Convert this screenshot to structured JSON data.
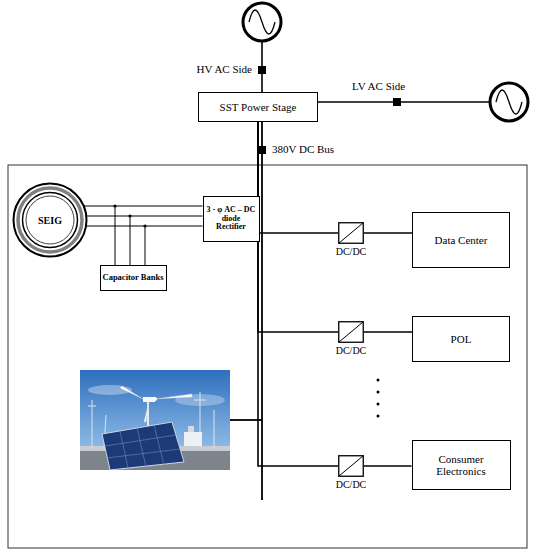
{
  "diagram": {
    "nodes": [
      {
        "text": [
          "SST Power Stage"
        ]
      },
      {
        "text": [
          "SEIG"
        ]
      },
      {
        "text": [
          "3 - φ AC – DC diode Rectifier"
        ]
      },
      {
        "text": [
          "Capacitor Banks"
        ]
      },
      {
        "text": [
          "DC/DC"
        ]
      },
      {
        "text": [
          "Data Center"
        ]
      },
      {
        "text": [
          "DC/DC"
        ]
      },
      {
        "text": [
          "POL"
        ]
      },
      {
        "text": [
          "DC/DC"
        ]
      },
      {
        "text": [
          "Consumer Electronics"
        ]
      }
    ],
    "edges": [
      {
        "from": 1,
        "to": 2,
        "arrow": "none"
      },
      {
        "from": 2,
        "to": 0,
        "arrow": "none"
      },
      {
        "from": 0,
        "to": 4,
        "arrow": "none"
      },
      {
        "from": 4,
        "to": 5,
        "arrow": "none"
      },
      {
        "from": 0,
        "to": 6,
        "arrow": "none"
      },
      {
        "from": 6,
        "to": 7,
        "arrow": "none"
      },
      {
        "from": 0,
        "to": 8,
        "arrow": "none"
      },
      {
        "from": 8,
        "to": 9,
        "arrow": "none"
      }
    ],
    "labels": [
      "HV AC Side",
      "LV AC Side",
      "380V DC Bus"
    ]
  }
}
